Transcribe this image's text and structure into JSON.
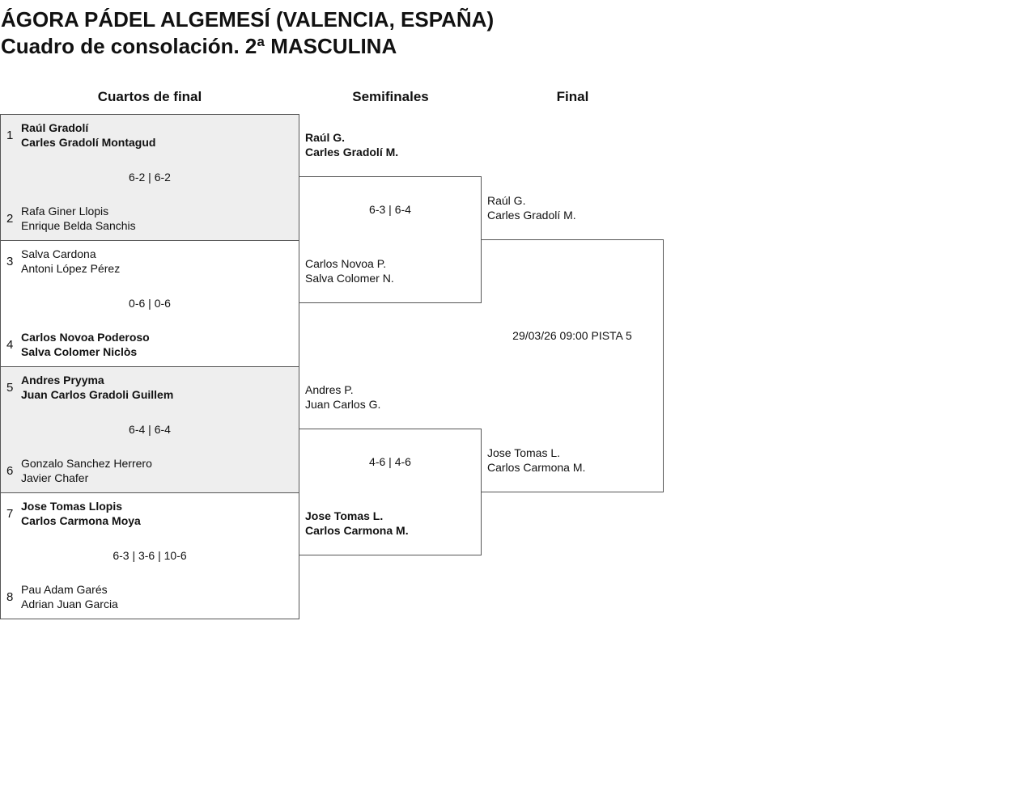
{
  "title": "ÁGORA PÁDEL ALGEMESÍ (VALENCIA, ESPAÑA)",
  "subtitle": "Cuadro de consolación. 2ª MASCULINA",
  "rounds": [
    "Cuartos de final",
    "Semifinales",
    "Final"
  ],
  "quarters": [
    {
      "top": {
        "seed": "1",
        "p1": "Raúl Gradolí",
        "p2": "Carles Gradolí Montagud",
        "winner": true
      },
      "score": "6-2 | 6-2",
      "bottom": {
        "seed": "2",
        "p1": "Rafa Giner Llopis",
        "p2": "Enrique Belda Sanchis",
        "winner": false
      }
    },
    {
      "top": {
        "seed": "3",
        "p1": "Salva Cardona",
        "p2": "Antoni López Pérez",
        "winner": false
      },
      "score": "0-6 | 0-6",
      "bottom": {
        "seed": "4",
        "p1": "Carlos Novoa Poderoso",
        "p2": "Salva Colomer Niclòs",
        "winner": true
      }
    },
    {
      "top": {
        "seed": "5",
        "p1": "Andres Pryyma",
        "p2": "Juan Carlos Gradoli Guillem",
        "winner": true
      },
      "score": "6-4 | 6-4",
      "bottom": {
        "seed": "6",
        "p1": "Gonzalo Sanchez Herrero",
        "p2": "Javier Chafer",
        "winner": false
      }
    },
    {
      "top": {
        "seed": "7",
        "p1": "Jose Tomas Llopis",
        "p2": "Carlos Carmona Moya",
        "winner": true
      },
      "score": "6-3 | 3-6 | 10-6",
      "bottom": {
        "seed": "8",
        "p1": "Pau Adam Garés",
        "p2": "Adrian Juan Garcia",
        "winner": false
      }
    }
  ],
  "semis": [
    {
      "top": {
        "p1": "Raúl G.",
        "p2": "Carles Gradolí M.",
        "winner": true
      },
      "score": "6-3 | 6-4",
      "bottom": {
        "p1": "Carlos Novoa P.",
        "p2": "Salva Colomer N.",
        "winner": false
      }
    },
    {
      "top": {
        "p1": "Andres P.",
        "p2": "Juan Carlos G.",
        "winner": false
      },
      "score": "4-6 | 4-6",
      "bottom": {
        "p1": "Jose Tomas L.",
        "p2": "Carlos Carmona M.",
        "winner": true
      }
    }
  ],
  "final": {
    "top": {
      "p1": "Raúl G.",
      "p2": "Carles Gradolí M."
    },
    "schedule": "29/03/26 09:00 PISTA 5",
    "bottom": {
      "p1": "Jose Tomas L.",
      "p2": "Carlos Carmona M."
    }
  }
}
